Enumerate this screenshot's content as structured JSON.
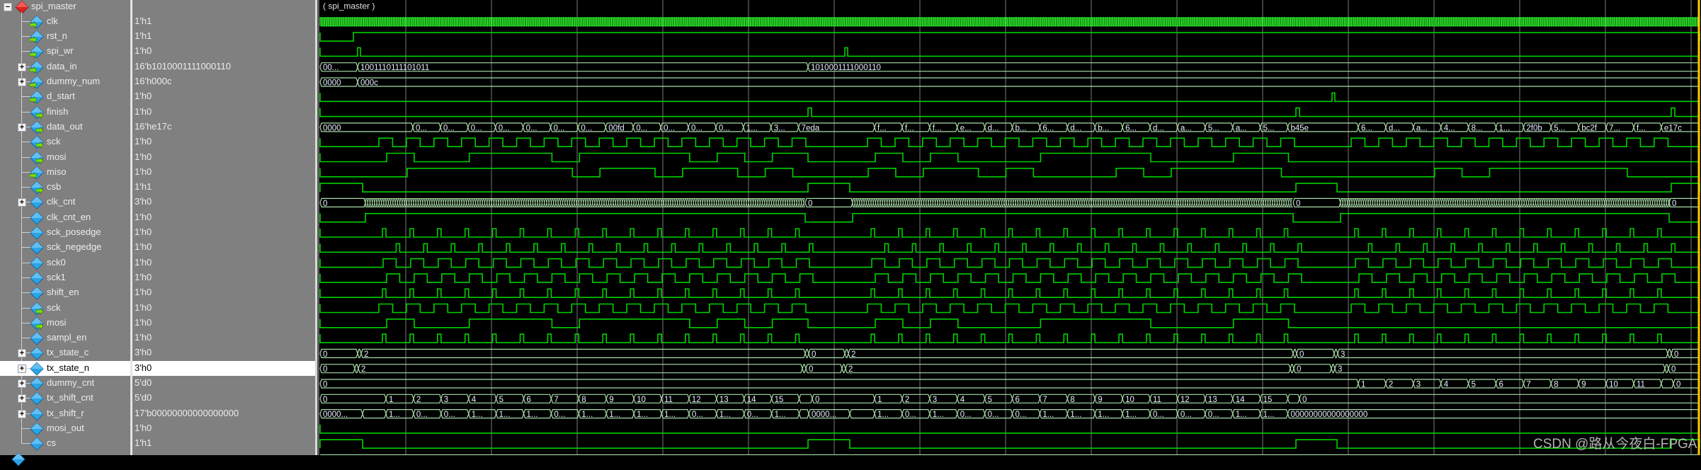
{
  "group": {
    "name": "spi_master",
    "wave_label": "( spi_master )"
  },
  "rows": [
    {
      "name": "clk",
      "value": "1'h1",
      "dir": "in",
      "expandable": false
    },
    {
      "name": "rst_n",
      "value": "1'h1",
      "dir": "in",
      "expandable": false
    },
    {
      "name": "spi_wr",
      "value": "1'h0",
      "dir": "in",
      "expandable": false
    },
    {
      "name": "data_in",
      "value": "16'b1010001111000110",
      "dir": "in",
      "expandable": true
    },
    {
      "name": "dummy_num",
      "value": "16'h000c",
      "dir": "in",
      "expandable": true
    },
    {
      "name": "d_start",
      "value": "1'h0",
      "dir": "in",
      "expandable": false
    },
    {
      "name": "finish",
      "value": "1'h0",
      "dir": "out",
      "expandable": false
    },
    {
      "name": "data_out",
      "value": "16'he17c",
      "dir": "out",
      "expandable": true
    },
    {
      "name": "sck",
      "value": "1'h0",
      "dir": "out",
      "expandable": false
    },
    {
      "name": "mosi",
      "value": "1'h0",
      "dir": "out",
      "expandable": false
    },
    {
      "name": "miso",
      "value": "1'h0",
      "dir": "in",
      "expandable": false
    },
    {
      "name": "csb",
      "value": "1'h1",
      "dir": "out",
      "expandable": false
    },
    {
      "name": "clk_cnt",
      "value": "3'h0",
      "dir": "none",
      "expandable": true
    },
    {
      "name": "clk_cnt_en",
      "value": "1'h0",
      "dir": "none",
      "expandable": false
    },
    {
      "name": "sck_posedge",
      "value": "1'h0",
      "dir": "none",
      "expandable": false
    },
    {
      "name": "sck_negedge",
      "value": "1'h0",
      "dir": "none",
      "expandable": false
    },
    {
      "name": "sck0",
      "value": "1'h0",
      "dir": "none",
      "expandable": false
    },
    {
      "name": "sck1",
      "value": "1'h0",
      "dir": "none",
      "expandable": false
    },
    {
      "name": "shift_en",
      "value": "1'h0",
      "dir": "none",
      "expandable": false
    },
    {
      "name": "sck",
      "value": "1'h0",
      "dir": "out",
      "expandable": false
    },
    {
      "name": "mosi",
      "value": "1'h0",
      "dir": "out",
      "expandable": false
    },
    {
      "name": "sampl_en",
      "value": "1'h0",
      "dir": "none",
      "expandable": false
    },
    {
      "name": "tx_state_c",
      "value": "3'h0",
      "dir": "none",
      "expandable": true
    },
    {
      "name": "tx_state_n",
      "value": "3'h0",
      "dir": "none",
      "expandable": true,
      "selected": true
    },
    {
      "name": "dummy_cnt",
      "value": "5'd0",
      "dir": "none",
      "expandable": true
    },
    {
      "name": "tx_shift_cnt",
      "value": "5'd0",
      "dir": "none",
      "expandable": true
    },
    {
      "name": "tx_shift_r",
      "value": "17'b00000000000000000",
      "dir": "none",
      "expandable": true
    },
    {
      "name": "mosi_out",
      "value": "1'h0",
      "dir": "none",
      "expandable": false
    },
    {
      "name": "cs",
      "value": "1'h1",
      "dir": "none",
      "expandable": false
    }
  ],
  "bus_labels": {
    "data_in": [
      "00...",
      "1001110111101011",
      "1010001111000110"
    ],
    "dummy_num": [
      "0000",
      "000c"
    ],
    "data_out": [
      "0000",
      "0...",
      "0...",
      "0...",
      "0...",
      "0...",
      "0...",
      "0...",
      "00fd",
      "0...",
      "0...",
      "0...",
      "0...",
      "1...",
      "3...",
      "7eda",
      "f...",
      "f...",
      "f...",
      "e...",
      "d...",
      "b...",
      "6...",
      "d...",
      "b...",
      "6...",
      "d...",
      "a...",
      "5...",
      "a...",
      "5...",
      "b45e",
      "6...",
      "d...",
      "a...",
      "4...",
      "8...",
      "1...",
      "2f0b",
      "5...",
      "bc2f",
      "7...",
      "f...",
      "e17c"
    ],
    "clk_cnt": [
      "0",
      "0",
      "0",
      "0"
    ],
    "tx_state_c": [
      "0",
      "2",
      "0",
      "2",
      "0",
      "3",
      "0"
    ],
    "tx_state_n": [
      "0",
      "2",
      "0",
      "2",
      "0",
      "3",
      "0"
    ],
    "dummy_cnt": [
      "0",
      "1",
      "2",
      "3",
      "4",
      "5",
      "6",
      "7",
      "8",
      "9",
      "10",
      "11",
      "0"
    ],
    "tx_shift_cnt": [
      "0",
      "1",
      "2",
      "3",
      "4",
      "5",
      "6",
      "7",
      "8",
      "9",
      "10",
      "11",
      "12",
      "13",
      "14",
      "15",
      "0",
      "1",
      "2",
      "3",
      "4",
      "5",
      "6",
      "7",
      "8",
      "9",
      "10",
      "11",
      "12",
      "13",
      "14",
      "15",
      "0"
    ],
    "tx_shift_r": [
      "0000...",
      "1...",
      "0...",
      "0...",
      "1...",
      "1...",
      "1...",
      "0...",
      "1...",
      "1...",
      "1...",
      "1...",
      "0...",
      "1...",
      "0...",
      "1...",
      "0000...",
      "1...",
      "0...",
      "1...",
      "0...",
      "0...",
      "0...",
      "1...",
      "1...",
      "1...",
      "1...",
      "0...",
      "0...",
      "0...",
      "1...",
      "1...",
      "00000000000000000"
    ]
  },
  "colors": {
    "signal": "#00d000",
    "clock": "#2cf52c",
    "bus": "#a8dca8",
    "bus_text": "#e8ecff",
    "grid": "#7a7a7a",
    "cursor": "#ffcc00",
    "icon": "#2aa4e4",
    "arrow": "#7ce000",
    "group_icon": "#e02020"
  },
  "watermark": "CSDN @路从今夜白-FPGA"
}
